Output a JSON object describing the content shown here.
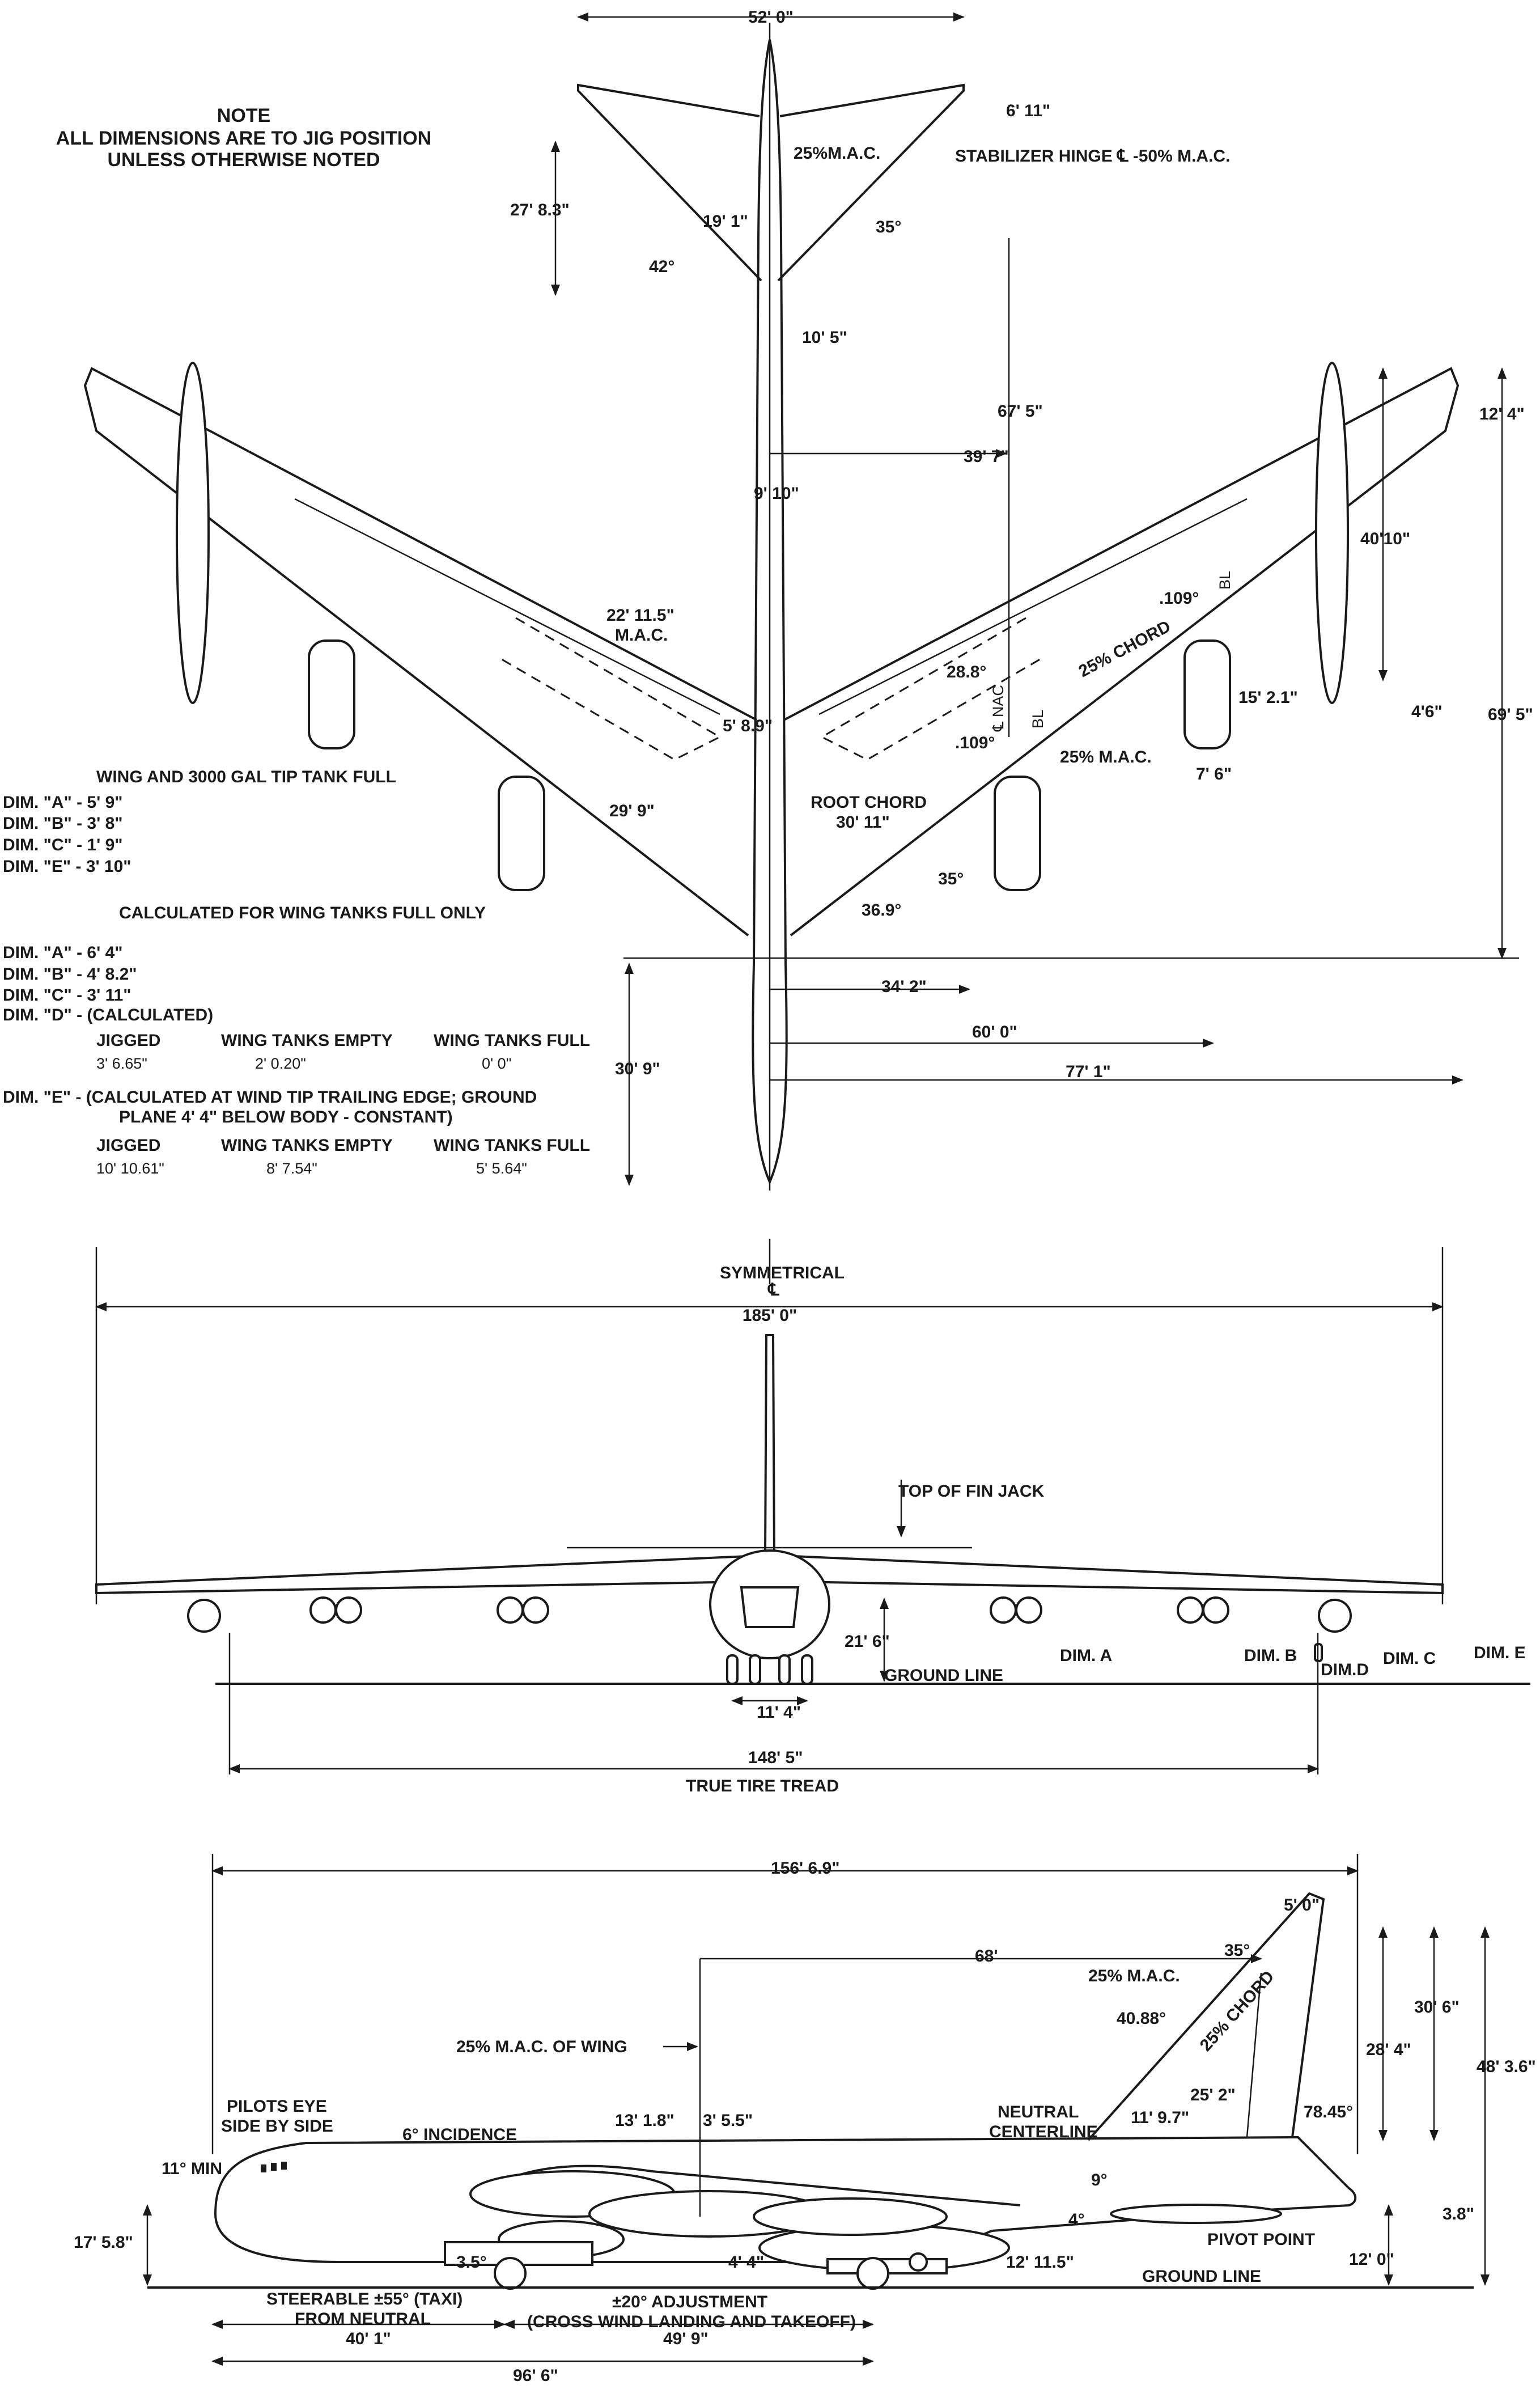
{
  "note": {
    "heading": "NOTE",
    "line1": "ALL DIMENSIONS ARE TO JIG POSITION",
    "line2": "UNLESS OTHERWISE NOTED"
  },
  "top_view": {
    "span_stab": "52' 0\"",
    "stab_tip_chord": "6' 11\"",
    "stab_mac": "25%M.A.C.",
    "stab_hinge": "STABILIZER HINGE ℄ -50% M.A.C.",
    "stab_semispan": "27' 8.3\"",
    "stab_mac_dist": "19' 1\"",
    "stab_sweep": "35°",
    "stab_angle": "42°",
    "stab_root": "10' 5\"",
    "dim_67_5": "67' 5\"",
    "dim_39_7": "39' 7\"",
    "dim_9_10": "9' 10\"",
    "wing_mac": "22' 11.5\"",
    "wing_mac_label": "M.A.C.",
    "dim_5_8_9": "5' 8.9\"",
    "dim_28_8": "28.8°",
    "chord_25": "25% CHORD",
    "dim_109a": ".109°",
    "dim_109b": ".109°",
    "nac_cl": "℄ NAC",
    "bl_a": "BL",
    "bl_b": "BL",
    "mac_25": "25% M.A.C.",
    "dim_12_4": "12' 4\"",
    "dim_40_10": "40'10\"",
    "dim_15_2_1": "15' 2.1\"",
    "dim_4_6": "4'6\"",
    "dim_69_5": "69' 5\"",
    "dim_7_6": "7' 6\"",
    "root_chord": "ROOT CHORD",
    "root_chord_val": "30' 11\"",
    "dim_29_9": "29' 9\"",
    "dim_35": "35°",
    "dim_36_9": "36.9°",
    "dim_34_2": "34' 2\"",
    "dim_60_0": "60' 0\"",
    "dim_77_1": "77' 1\"",
    "dim_30_9": "30' 9\""
  },
  "tank_notes": {
    "h1": "WING AND 3000 GAL TIP TANK FULL",
    "a1": "DIM. \"A\" - 5' 9\"",
    "b1": "DIM. \"B\" - 3' 8\"",
    "c1": "DIM. \"C\" - 1' 9\"",
    "e1": "DIM. \"E\" - 3' 10\"",
    "h2": "CALCULATED FOR WING TANKS FULL ONLY",
    "a2": "DIM. \"A\" - 6' 4\"",
    "b2": "DIM. \"B\" - 4' 8.2\"",
    "c2": "DIM. \"C\" - 3' 11\"",
    "d2": "DIM. \"D\" - (CALCULATED)",
    "col_jig": "JIGGED",
    "col_empty": "WING TANKS EMPTY",
    "col_full": "WING TANKS FULL",
    "d_jig": "3' 6.65\"",
    "d_empty": "2' 0.20\"",
    "d_full": "0' 0\"",
    "e_line1": "DIM. \"E\" - (CALCULATED AT WIND TIP TRAILING EDGE; GROUND",
    "e_line2": "PLANE 4' 4\" BELOW BODY - CONSTANT)",
    "col_jig2": "JIGGED",
    "col_empty2": "WING TANKS EMPTY",
    "col_full2": "WING TANKS FULL",
    "e_jig": "10' 10.61\"",
    "e_empty": "8' 7.54\"",
    "e_full": "5' 5.64\""
  },
  "front_view": {
    "symmetrical": "SYMMETRICAL",
    "cl": "℄",
    "span": "185' 0\"",
    "fin_jack": "TOP OF FIN JACK",
    "dim_21_6": "21' 6\"",
    "dim_a": "DIM. A",
    "dim_b": "DIM. B",
    "dim_c": "DIM. C",
    "dim_d": "DIM.D",
    "dim_e": "DIM. E",
    "ground": "GROUND LINE",
    "dim_11_4": "11' 4\"",
    "tread_val": "148' 5\"",
    "tread": "TRUE TIRE TREAD"
  },
  "side_view": {
    "length": "156' 6.9\"",
    "fin_tip": "5' 0\"",
    "dim_68": "68'",
    "fin_sweep": "35°",
    "fin_mac": "25% M.A.C.",
    "dim_30_6": "30' 6\"",
    "dim_40_88": "40.88°",
    "fin_chord": "25% CHORD",
    "dim_28_4": "28' 4\"",
    "dim_48_3_6": "48' 3.6\"",
    "wing_mac": "25% M.A.C. OF WING",
    "dim_25_2": "25' 2\"",
    "dim_78_45": "78.45°",
    "dim_11_9_7": "11' 9.7\"",
    "pilots1": "PILOTS EYE",
    "pilots2": "SIDE BY SIDE",
    "incidence": "6° INCIDENCE",
    "dim_13_1_8": "13' 1.8\"",
    "dim_3_5_5": "3' 5.5\"",
    "neutral1": "NEUTRAL",
    "neutral2": "CENTERLINE",
    "min": "11° MIN",
    "dim_9": "9°",
    "dim_4": "4°",
    "dim_3_8": "3.8\"",
    "pivot": "PIVOT POINT",
    "dim_17_5_8": "17' 5.8\"",
    "dim_3_5": "3.5°",
    "dim_4_4": "4' 4\"",
    "dim_12_11_5": "12' 11.5\"",
    "dim_12_0": "12' 0\"",
    "ground": "GROUND LINE",
    "steer1": "STEERABLE ±55° (TAXI)",
    "steer2": "FROM NEUTRAL",
    "adj1": "±20° ADJUSTMENT",
    "adj2": "(CROSS WIND LANDING AND TAKEOFF)",
    "dim_40_1": "40' 1\"",
    "dim_49_9": "49' 9\"",
    "dim_96_6": "96' 6\""
  }
}
